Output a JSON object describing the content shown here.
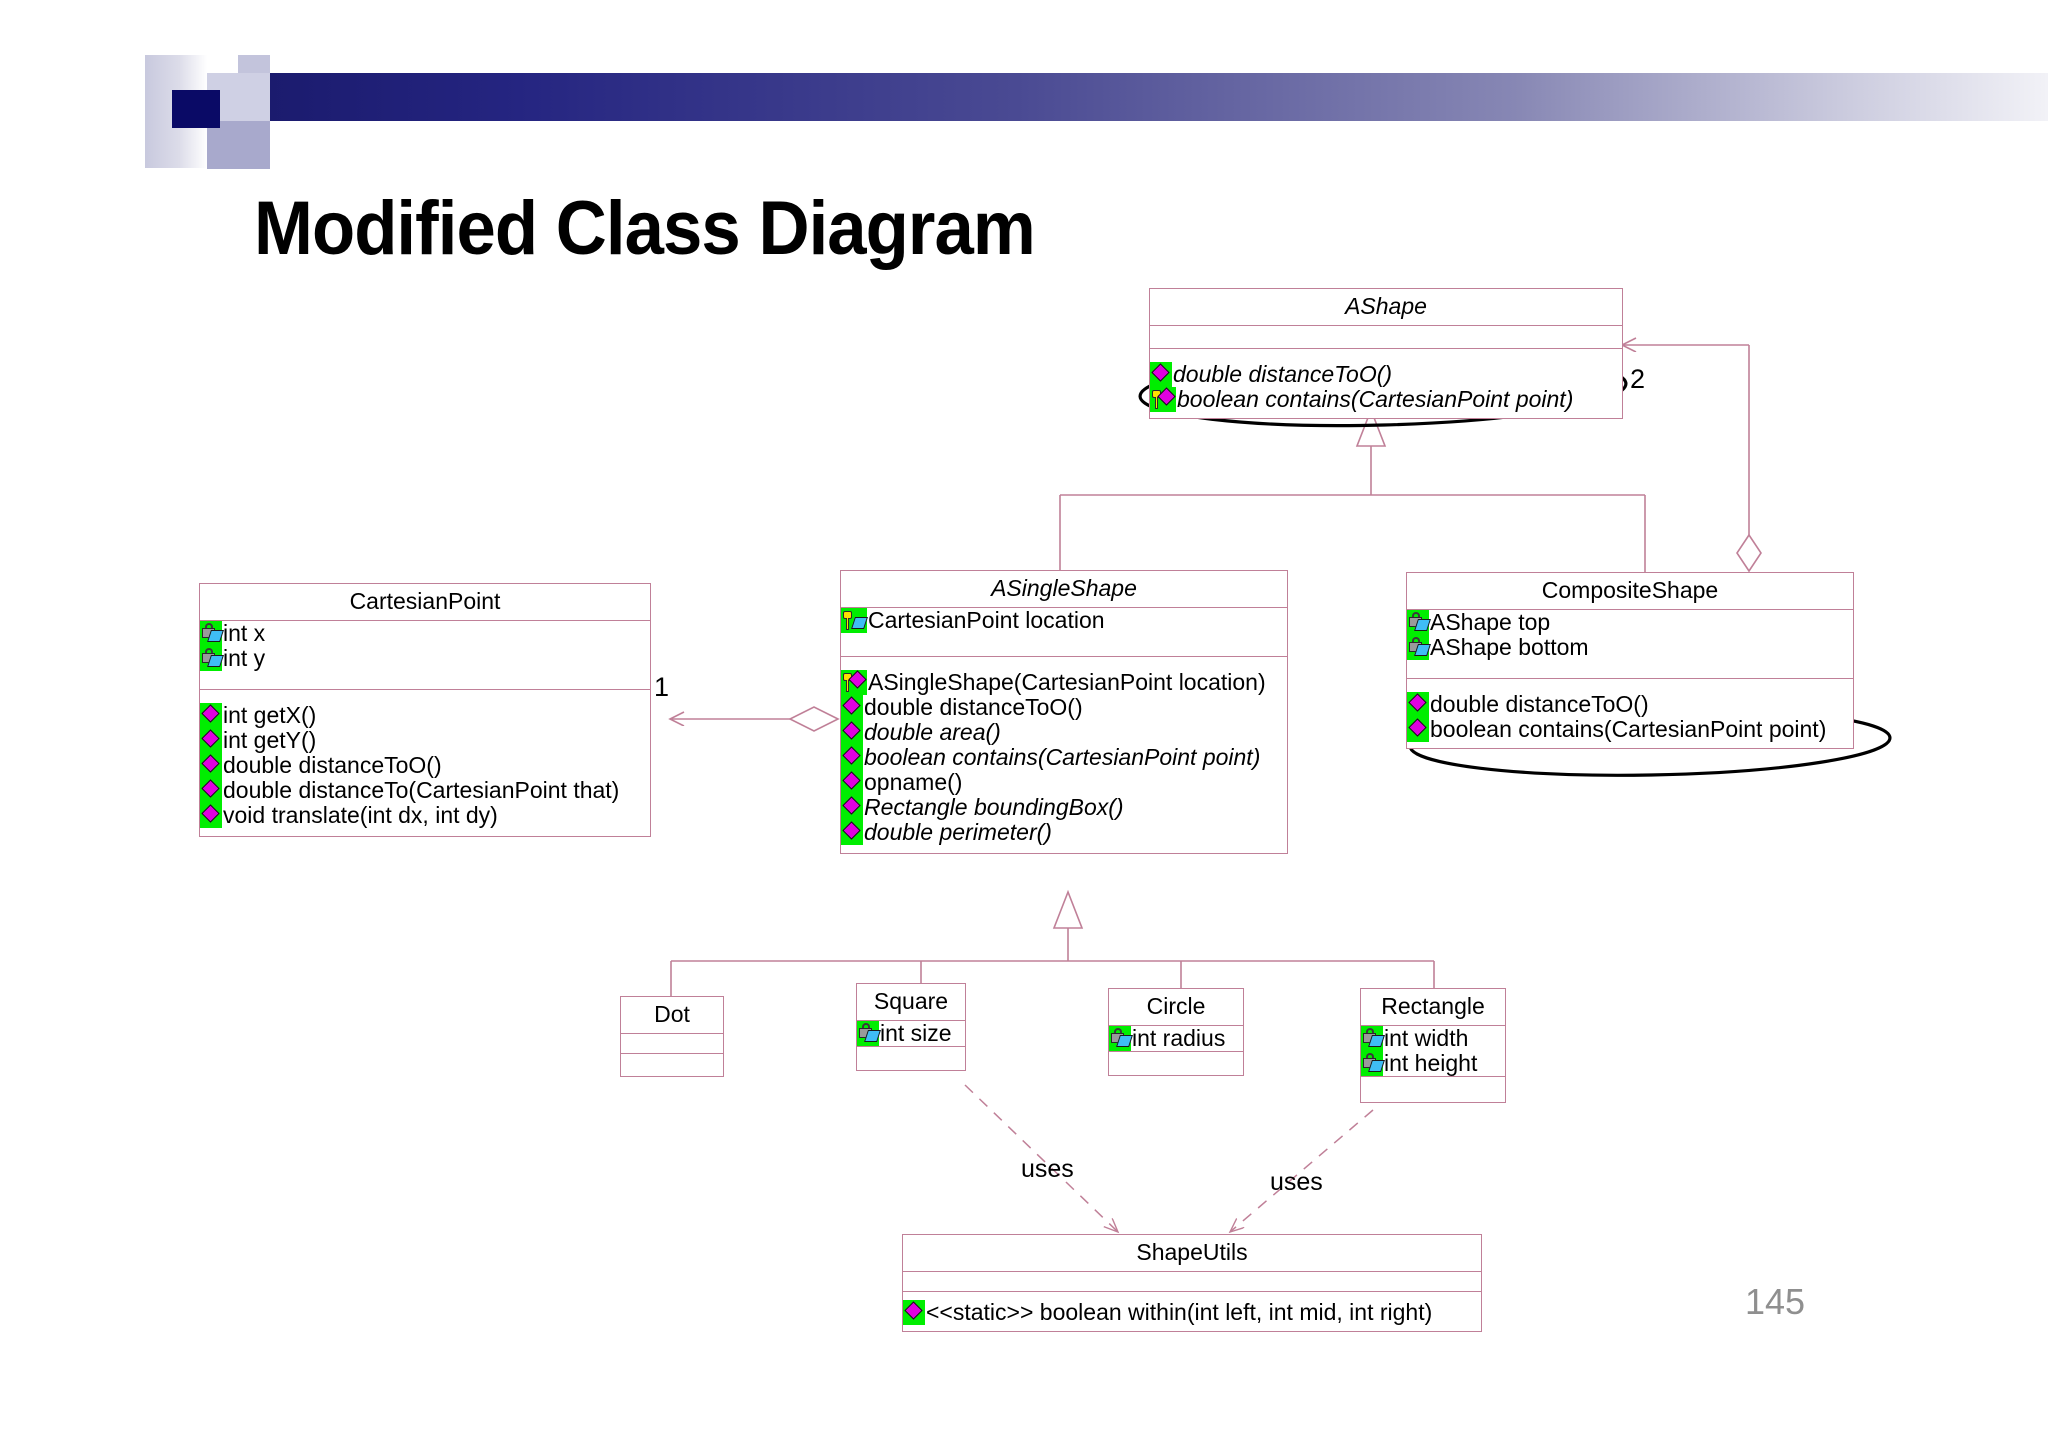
{
  "slide": {
    "title": "Modified Class Diagram",
    "page_number": "145",
    "accent_color": "#1b1b6e",
    "box_border_color": "#c08098",
    "icon_green": "#00ee00",
    "icon_magenta": "#e000e0"
  },
  "classes": {
    "ashape": {
      "name": "AShape",
      "abstract": true,
      "fields": [],
      "methods": [
        {
          "text": "double distanceToO()",
          "icon": "operation-icon",
          "italic": true,
          "strikethrough": true
        },
        {
          "text": "boolean contains(CartesianPoint point)",
          "icon": "public-operation-icon",
          "italic": true,
          "strikethrough": false
        }
      ]
    },
    "cartesianpoint": {
      "name": "CartesianPoint",
      "abstract": false,
      "fields": [
        {
          "text": "int x",
          "icon": "private-field-icon"
        },
        {
          "text": "int y",
          "icon": "private-field-icon"
        }
      ],
      "methods": [
        {
          "text": "int getX()",
          "icon": "operation-icon"
        },
        {
          "text": "int getY()",
          "icon": "operation-icon"
        },
        {
          "text": "double distanceToO()",
          "icon": "operation-icon"
        },
        {
          "text": "double distanceTo(CartesianPoint that)",
          "icon": "operation-icon"
        },
        {
          "text": "void translate(int dx, int dy)",
          "icon": "operation-icon"
        }
      ]
    },
    "asingleshape": {
      "name": "ASingleShape",
      "abstract": true,
      "fields": [
        {
          "text": "CartesianPoint location",
          "icon": "public-field-icon"
        }
      ],
      "methods": [
        {
          "text": "ASingleShape(CartesianPoint location)",
          "icon": "public-operation-icon",
          "italic": false
        },
        {
          "text": "double distanceToO()",
          "icon": "operation-icon",
          "italic": false
        },
        {
          "text": "double area()",
          "icon": "operation-icon",
          "italic": true
        },
        {
          "text": "boolean contains(CartesianPoint point)",
          "icon": "operation-icon",
          "italic": true
        },
        {
          "text": "opname()",
          "icon": "operation-icon",
          "italic": false
        },
        {
          "text": "Rectangle boundingBox()",
          "icon": "operation-icon",
          "italic": true
        },
        {
          "text": "double perimeter()",
          "icon": "operation-icon",
          "italic": true
        }
      ]
    },
    "compositeshape": {
      "name": "CompositeShape",
      "abstract": false,
      "fields": [
        {
          "text": "AShape top",
          "icon": "private-field-icon"
        },
        {
          "text": "AShape bottom",
          "icon": "private-field-icon"
        }
      ],
      "methods": [
        {
          "text": "double distanceToO()",
          "icon": "operation-icon",
          "strikethrough": true
        },
        {
          "text": "boolean contains(CartesianPoint point)",
          "icon": "operation-icon",
          "strikethrough": false
        }
      ]
    },
    "dot": {
      "name": "Dot",
      "abstract": false,
      "fields": [],
      "methods": []
    },
    "square": {
      "name": "Square",
      "abstract": false,
      "fields": [
        {
          "text": "int size",
          "icon": "private-field-icon"
        }
      ],
      "methods": []
    },
    "circle": {
      "name": "Circle",
      "abstract": false,
      "fields": [
        {
          "text": "int radius",
          "icon": "private-field-icon"
        }
      ],
      "methods": []
    },
    "rectangle": {
      "name": "Rectangle",
      "abstract": false,
      "fields": [
        {
          "text": "int width",
          "icon": "private-field-icon"
        },
        {
          "text": "int height",
          "icon": "private-field-icon"
        }
      ],
      "methods": []
    },
    "shapeutils": {
      "name": "ShapeUtils",
      "abstract": false,
      "fields": [],
      "methods": [
        {
          "text": "<<static>> boolean within(int left, int mid, int right)",
          "icon": "operation-icon"
        }
      ]
    }
  },
  "relations": {
    "multiplicity_composite_to_ashape": "2",
    "multiplicity_singleshape_to_point": "1",
    "uses_label_left": "uses",
    "uses_label_right": "uses",
    "kinds": {
      "inheritance": "hollow-triangle",
      "aggregation": "open-diamond",
      "dependency": "dashed-open-arrow"
    }
  },
  "annotations": [
    {
      "name": "ellipse-ashape-contains",
      "target": "AShape.contains",
      "shape": "ellipse",
      "color": "#000000"
    },
    {
      "name": "ellipse-compositeshape-contains",
      "target": "CompositeShape.contains",
      "shape": "ellipse",
      "color": "#000000"
    }
  ]
}
